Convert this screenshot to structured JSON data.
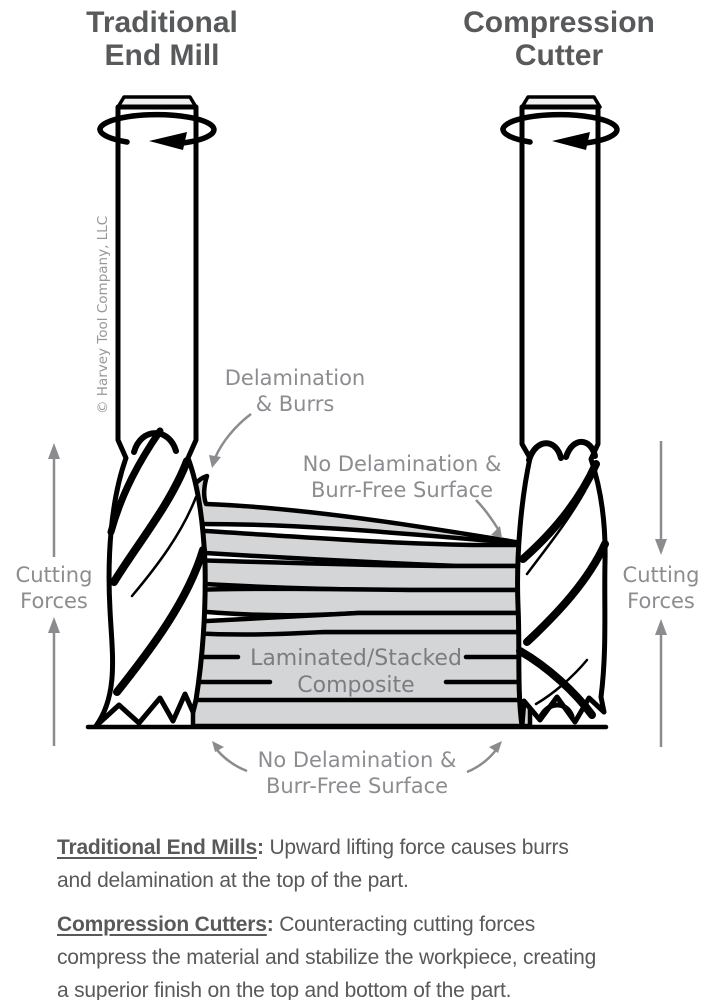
{
  "titles": {
    "left_line1": "Traditional",
    "left_line2": "End Mill",
    "right_line1": "Compression",
    "right_line2": "Cutter"
  },
  "watermark": "© Harvey Tool Company, LLC",
  "labels": {
    "delamination": {
      "line1": "Delamination",
      "line2": "& Burrs"
    },
    "no_delam_top": {
      "line1": "No Delamination &",
      "line2": "Burr-Free Surface"
    },
    "no_delam_bottom": {
      "line1": "No Delamination &",
      "line2": "Burr-Free Surface"
    },
    "composite": {
      "line1": "Laminated/Stacked",
      "line2": "Composite"
    },
    "cutting_forces_left": {
      "line1": "Cutting",
      "line2": "Forces"
    },
    "cutting_forces_right": {
      "line1": "Cutting",
      "line2": "Forces"
    }
  },
  "paragraphs": [
    {
      "heading": "Traditional End Mills",
      "separator": ": ",
      "lines": [
        "Upward lifting force causes burrs",
        "and delamination at the top of the part."
      ]
    },
    {
      "heading": "Compression Cutters",
      "separator": ": ",
      "lines": [
        "Counteracting cutting forces",
        "compress the material and stabilize the workpiece, creating",
        "a superior finish on the top and bottom of the part."
      ]
    }
  ],
  "colors": {
    "outline": "#000000",
    "layer_fill": "#d4d5d6",
    "title_text": "#58595b",
    "label_text": "#8b8d90",
    "body_text": "#58595b",
    "arrow_gray": "#8a8c8f"
  }
}
